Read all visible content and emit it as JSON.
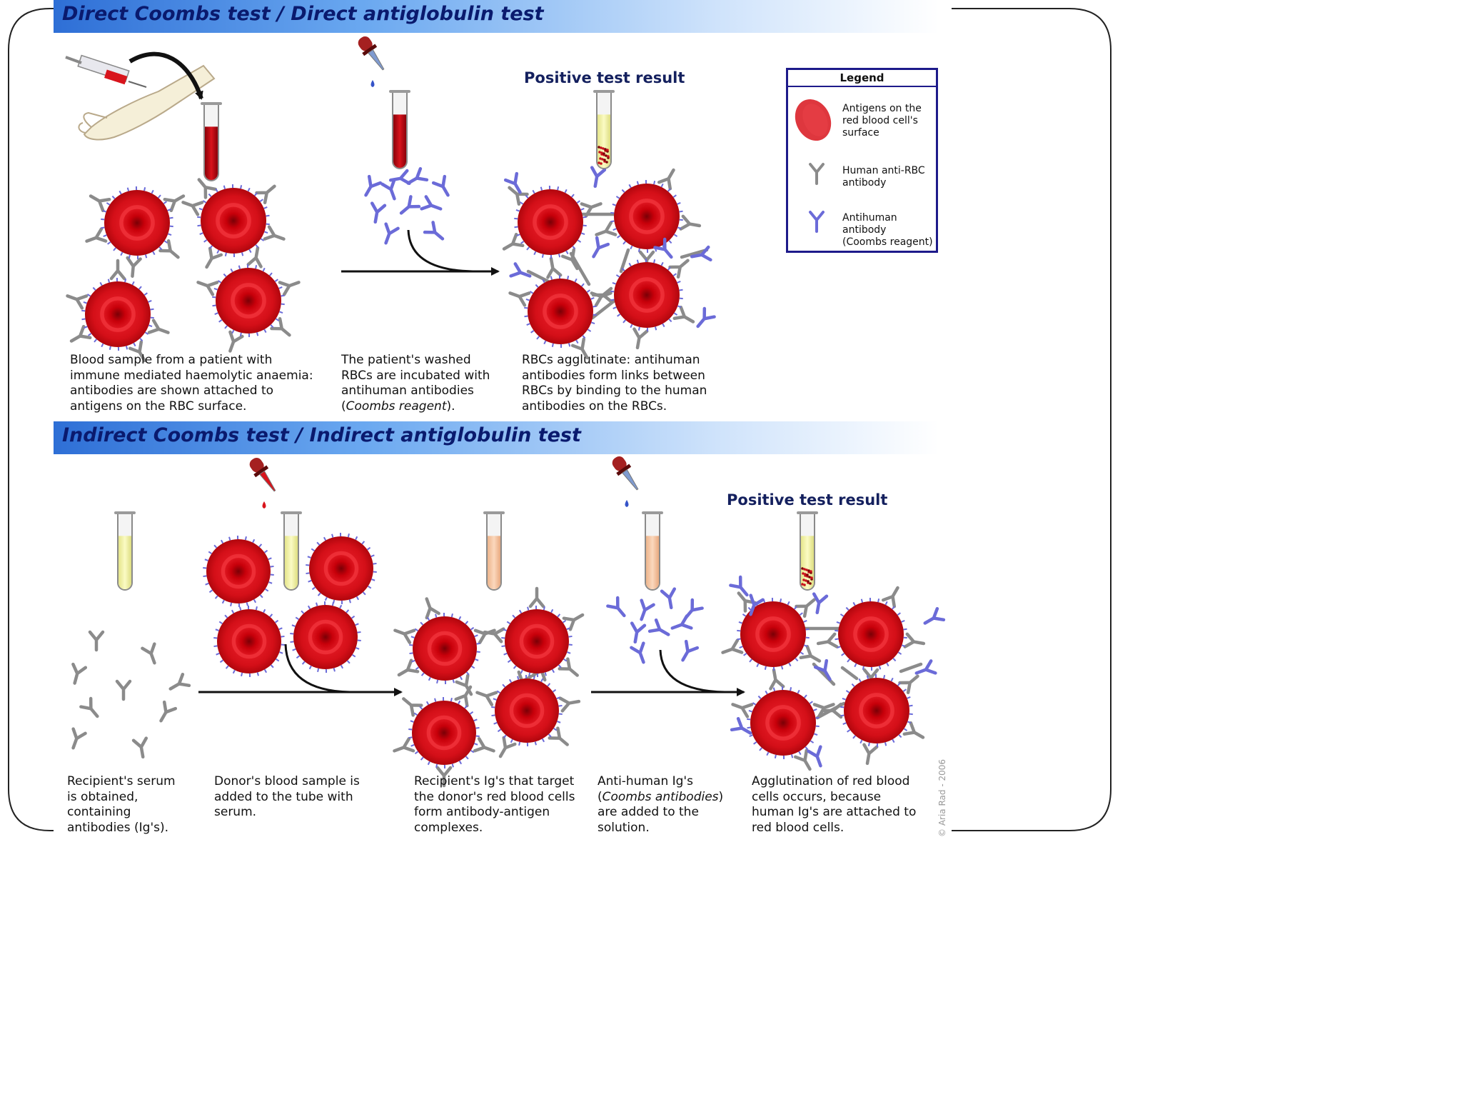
{
  "colors": {
    "rbc": "#d8141c",
    "human_antibody": "#8b8b8b",
    "antihuman_antibody": "#6b6bd8",
    "banner_text": "#0a1a6e",
    "legend_border": "#1d1a8a"
  },
  "direct": {
    "title": "Direct Coombs test / Direct antiglobulin test",
    "positive_label": "Positive test result",
    "captions": [
      "Blood sample from a patient with\nimmune mediated haemolytic anaemia:\nantibodies are shown attached to\nantigens on the RBC surface.",
      "The patient's washed\nRBCs are incubated with\nantihuman antibodies\n(Coombs reagent).",
      "RBCs agglutinate: antihuman\nantibodies form links between\nRBCs by binding to the human\nantibodies on the RBCs."
    ]
  },
  "indirect": {
    "title": "Indirect Coombs test / Indirect antiglobulin test",
    "positive_label": "Positive test result",
    "captions": [
      "Recipient's serum\nis obtained,\ncontaining\nantibodies (Ig's).",
      "Donor's blood sample is\nadded to the tube with\nserum.",
      "Recipient's Ig's that target\nthe donor's red blood cells\nform antibody-antigen\ncomplexes.",
      "Anti-human Ig's\n(Coombs antibodies)\nare added to the\nsolution.",
      "Agglutination of red blood\ncells occurs, because\nhuman Ig's are attached to\nred blood cells."
    ]
  },
  "legend": {
    "title": "Legend",
    "items": [
      {
        "icon": "rbc-icon",
        "label": "Antigens on the\nred blood cell's\nsurface"
      },
      {
        "icon": "human-antibody-icon",
        "label": "Human anti-RBC\nantibody"
      },
      {
        "icon": "antihuman-antibody-icon",
        "label": "Antihuman\nantibody\n(Coombs reagent)"
      }
    ]
  },
  "credit": "© Aria Rad - 2006"
}
